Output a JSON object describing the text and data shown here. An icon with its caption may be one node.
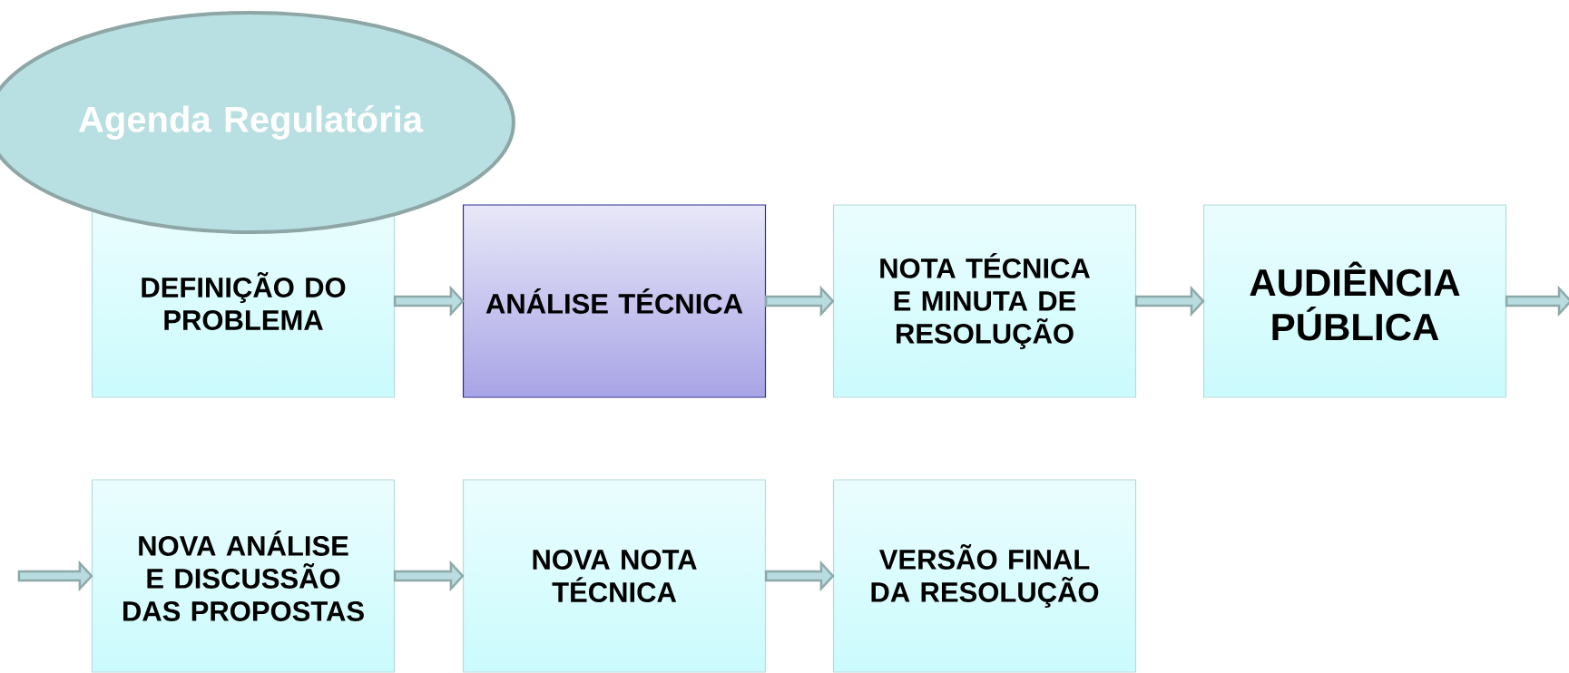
{
  "diagram": {
    "nodes": [
      {
        "text": [
          "Agenda Regulatória"
        ]
      },
      {
        "text": [
          "DEFINIÇÃO DO PROBLEMA"
        ]
      },
      {
        "text": [
          "ANÁLISE TÉCNICA"
        ]
      },
      {
        "text": [
          "NOTA TÉCNICA E MINUTA DE RESOLUÇÃO"
        ]
      },
      {
        "text": [
          "AUDIÊNCIA PÚBLICA"
        ]
      },
      {
        "text": [
          "NOVA ANÁLISE E DISCUSSÃO DAS PROPOSTAS"
        ]
      },
      {
        "text": [
          "NOVA NOTA TÉCNICA"
        ]
      },
      {
        "text": [
          "VERSÃO FINAL DA RESOLUÇÃO"
        ]
      }
    ],
    "edges": [
      {
        "from": 1,
        "to": 2,
        "arrow": "to"
      },
      {
        "from": 2,
        "to": 3,
        "arrow": "to"
      },
      {
        "from": 3,
        "to": 4,
        "arrow": "to"
      },
      {
        "from": 4,
        "to": null,
        "arrow": "to"
      },
      {
        "from": null,
        "to": 5,
        "arrow": "to"
      },
      {
        "from": 5,
        "to": 6,
        "arrow": "to"
      },
      {
        "from": 6,
        "to": 7,
        "arrow": "to"
      }
    ]
  }
}
